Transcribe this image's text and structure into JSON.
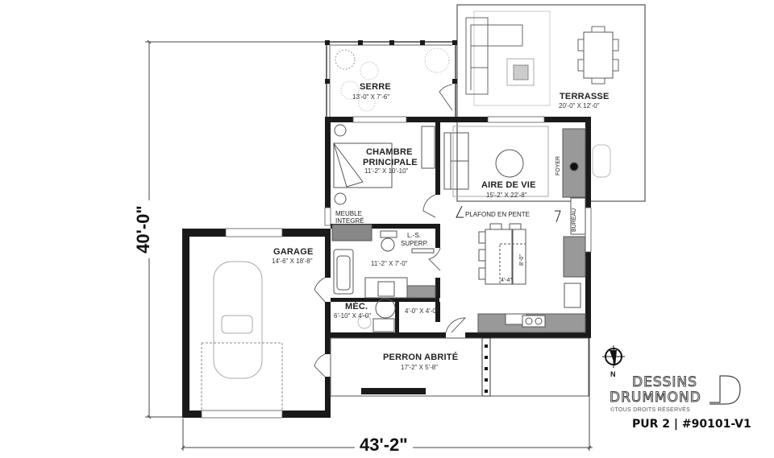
{
  "plan": {
    "dimensions": {
      "width": "43'-2\"",
      "depth": "40'-0\""
    },
    "rooms": [
      {
        "id": "serre",
        "name": "SERRE",
        "size": "13'-0\" X 7'-6\""
      },
      {
        "id": "terrasse",
        "name": "TERRASSE",
        "size": "20'-0\" X 12'-0\""
      },
      {
        "id": "chambre",
        "name": "CHAMBRE PRINCIPALE",
        "name_line1": "CHAMBRE",
        "name_line2": "PRINCIPALE",
        "size": "11'-2\" X 10'-10\""
      },
      {
        "id": "aire_de_vie",
        "name": "AIRE DE VIE",
        "size": "15'-2\" X 22'-8\""
      },
      {
        "id": "garage",
        "name": "GARAGE",
        "size": "14'-6\" X 18'-8\""
      },
      {
        "id": "salle_de_bain",
        "name": "",
        "size": "11'-2\" X 7'-0\""
      },
      {
        "id": "mecanique",
        "name": "MÉC.",
        "size": "6'-10\" X 4'-0\""
      },
      {
        "id": "vestibule",
        "name": "",
        "size": "4'-0\" X 4'-0\""
      },
      {
        "id": "perron",
        "name": "PERRON ABRITÉ",
        "size": "17'-2\" X 5'-8\""
      }
    ],
    "labels": {
      "meuble_line1": "MEUBLE",
      "meuble_line2": "INTEGRÉ",
      "ls_line1": "L.-S.",
      "ls_line2": "SUPERP.",
      "plafond": "PLAFOND EN PENTE",
      "foyer": "FOYER",
      "bureau": "BUREAU",
      "island_depth": "8'-0\"",
      "island_width": "4'-4\""
    },
    "north": "N"
  },
  "branding": {
    "line1": "DESSINS",
    "line2": "DRUMMOND",
    "copyright": "©TOUS DROITS RÉSERVÉS",
    "plan_id": "PUR 2 | #90101-V1"
  },
  "colors": {
    "wall": "#1a1a1a",
    "line": "#555555",
    "light": "#bbbbbb",
    "background": "#ffffff"
  }
}
